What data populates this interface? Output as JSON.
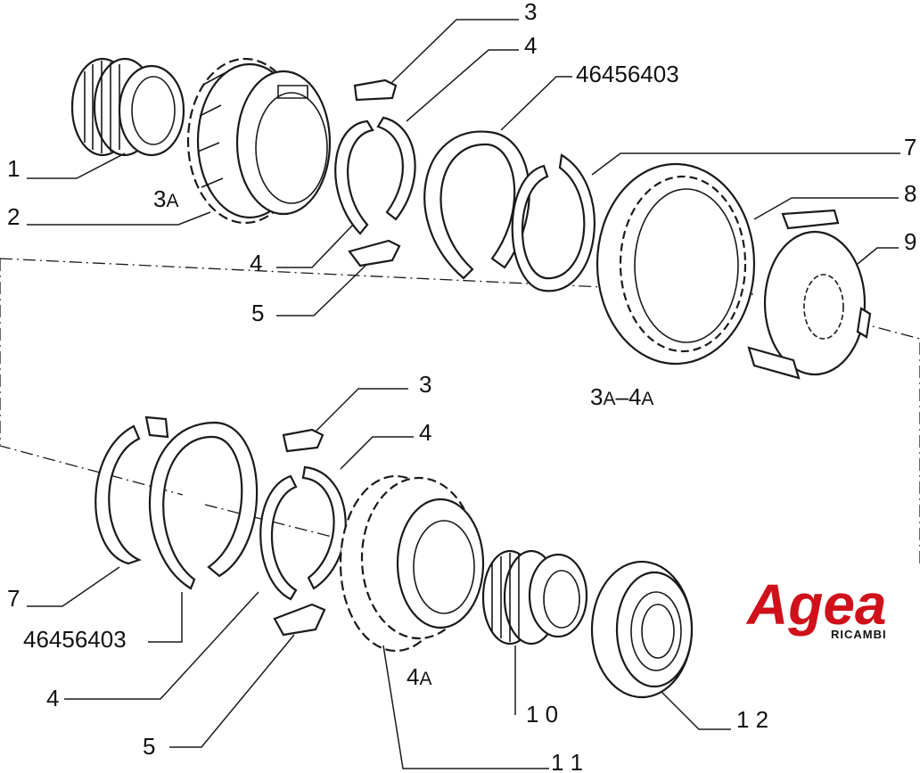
{
  "callouts": {
    "c1": "1",
    "c2": "2",
    "c3_top": "3",
    "c4_top": "4",
    "c4_mid": "4",
    "c5_top": "5",
    "c_part_top": "46456403",
    "c7_top": "7",
    "c8": "8",
    "c9": "9",
    "c3_bot": "3",
    "c4_bot": "4",
    "c7_bot": "7",
    "c_part_bot": "46456403",
    "c4_low": "4",
    "c5_bot": "5",
    "c10": "1 0",
    "c11": "1 1",
    "c12": "1 2"
  },
  "gear_labels": {
    "gear_3a_num": "3",
    "gear_3a_sub": "A",
    "sync_num_a": "3",
    "sync_sub_a": "A",
    "sync_dash": "–",
    "sync_num_b": "4",
    "sync_sub_b": "A",
    "gear_4a_num": "4",
    "gear_4a_sub": "A"
  },
  "logo": {
    "brand": "Agea",
    "tagline": "RICAMBI",
    "color": "#d0101a"
  }
}
